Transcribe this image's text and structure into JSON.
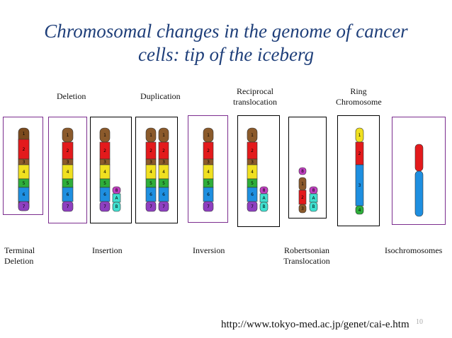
{
  "title_line1": "Chromosomal changes in the genome of cancer",
  "title_line2": "cells: tip of the iceberg",
  "labels": {
    "deletion": "Deletion",
    "duplication": "Duplication",
    "reciprocal_1": "Reciprocal",
    "reciprocal_2": "translocation",
    "ring_1": "Ring",
    "ring_2": "Chromosome",
    "terminal_1": "Terminal",
    "terminal_2": "Deletion",
    "insertion": "Insertion",
    "inversion": "Inversion",
    "robertsonian_1": "Robertsonian",
    "robertsonian_2": "Translocation",
    "isochromosomes": "Isochromosomes"
  },
  "url": "http://www.tokyo-med.ac.jp/genet/cai-e.htm",
  "slide_number": "10",
  "segment_colors": {
    "1": "#8b5a2b",
    "2": "#e31a1c",
    "3": "#a0522d",
    "4": "#f0e020",
    "5": "#2eae3a",
    "6": "#1e8fe0",
    "7": "#8e3fc0",
    "A": "#40e0d0",
    "B": "#40e0d0",
    "8": "#c040c0"
  }
}
